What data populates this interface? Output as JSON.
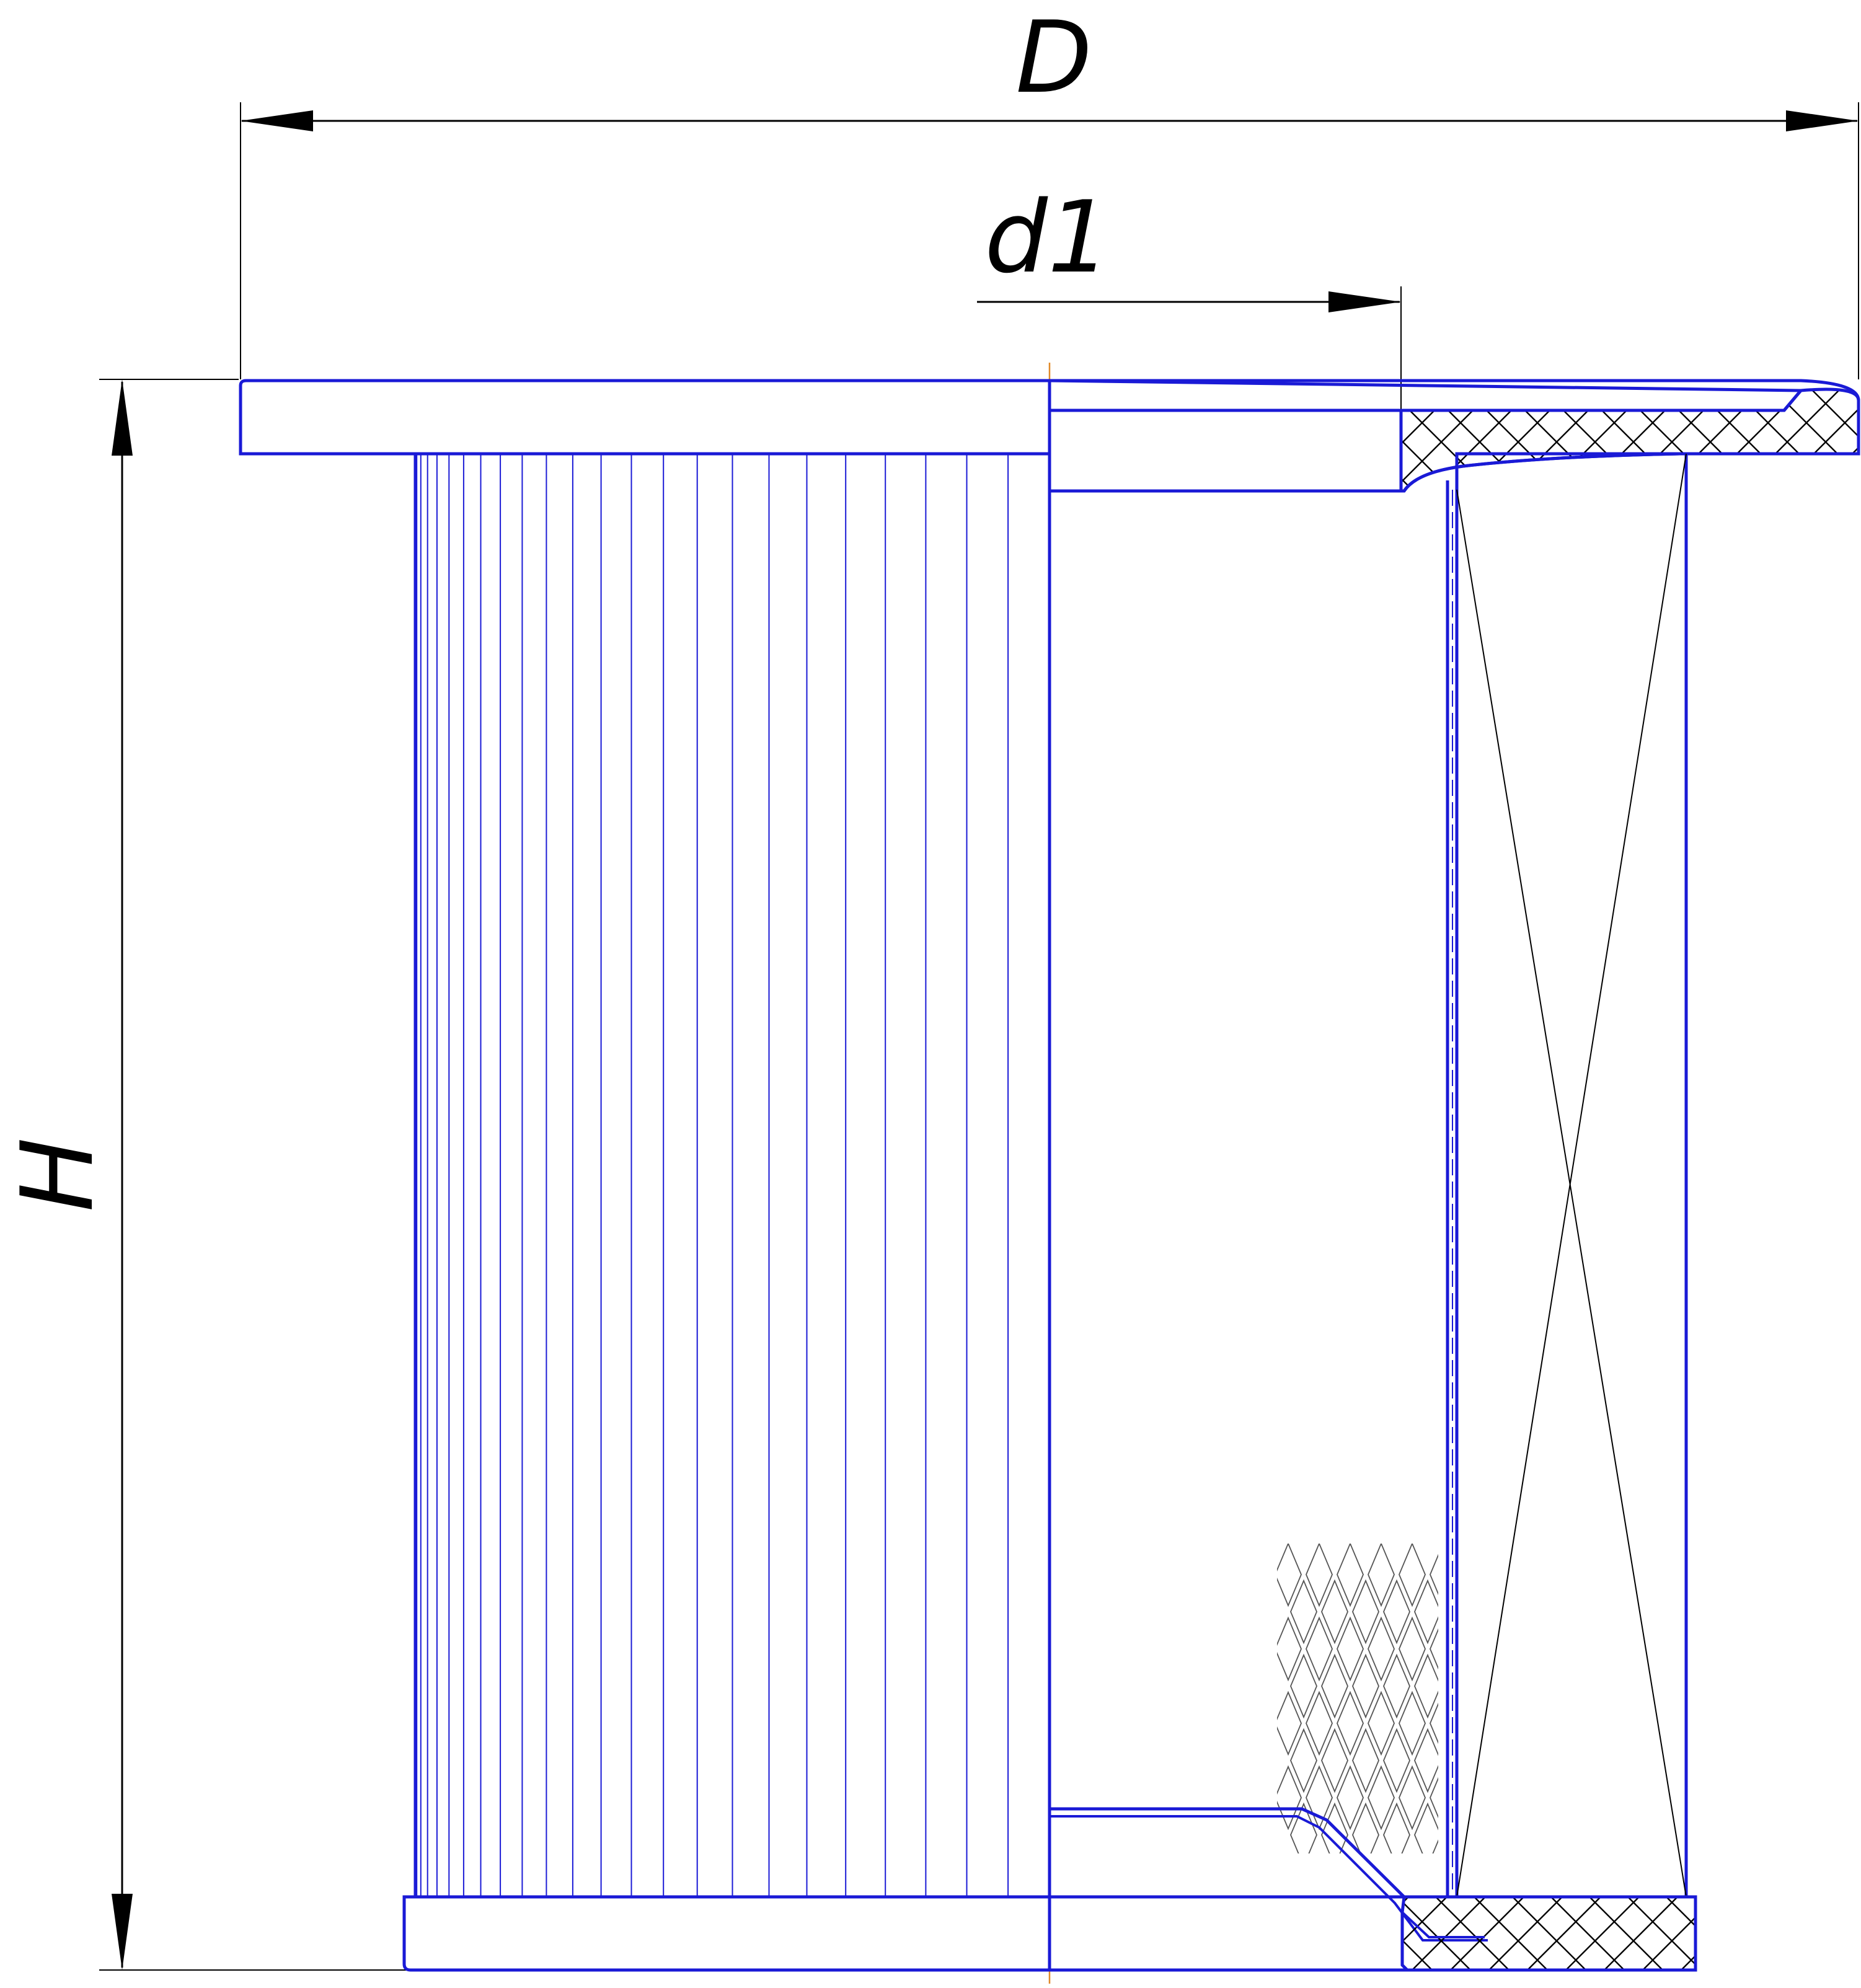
{
  "labels": {
    "outer_diameter": "D",
    "inner_diameter": "d1",
    "height": "H"
  },
  "colors": {
    "outline": "#1a1ad6",
    "dimension": "#000000",
    "centerline": "#e08a2a",
    "background": "#ffffff"
  },
  "pleat_count": 24
}
